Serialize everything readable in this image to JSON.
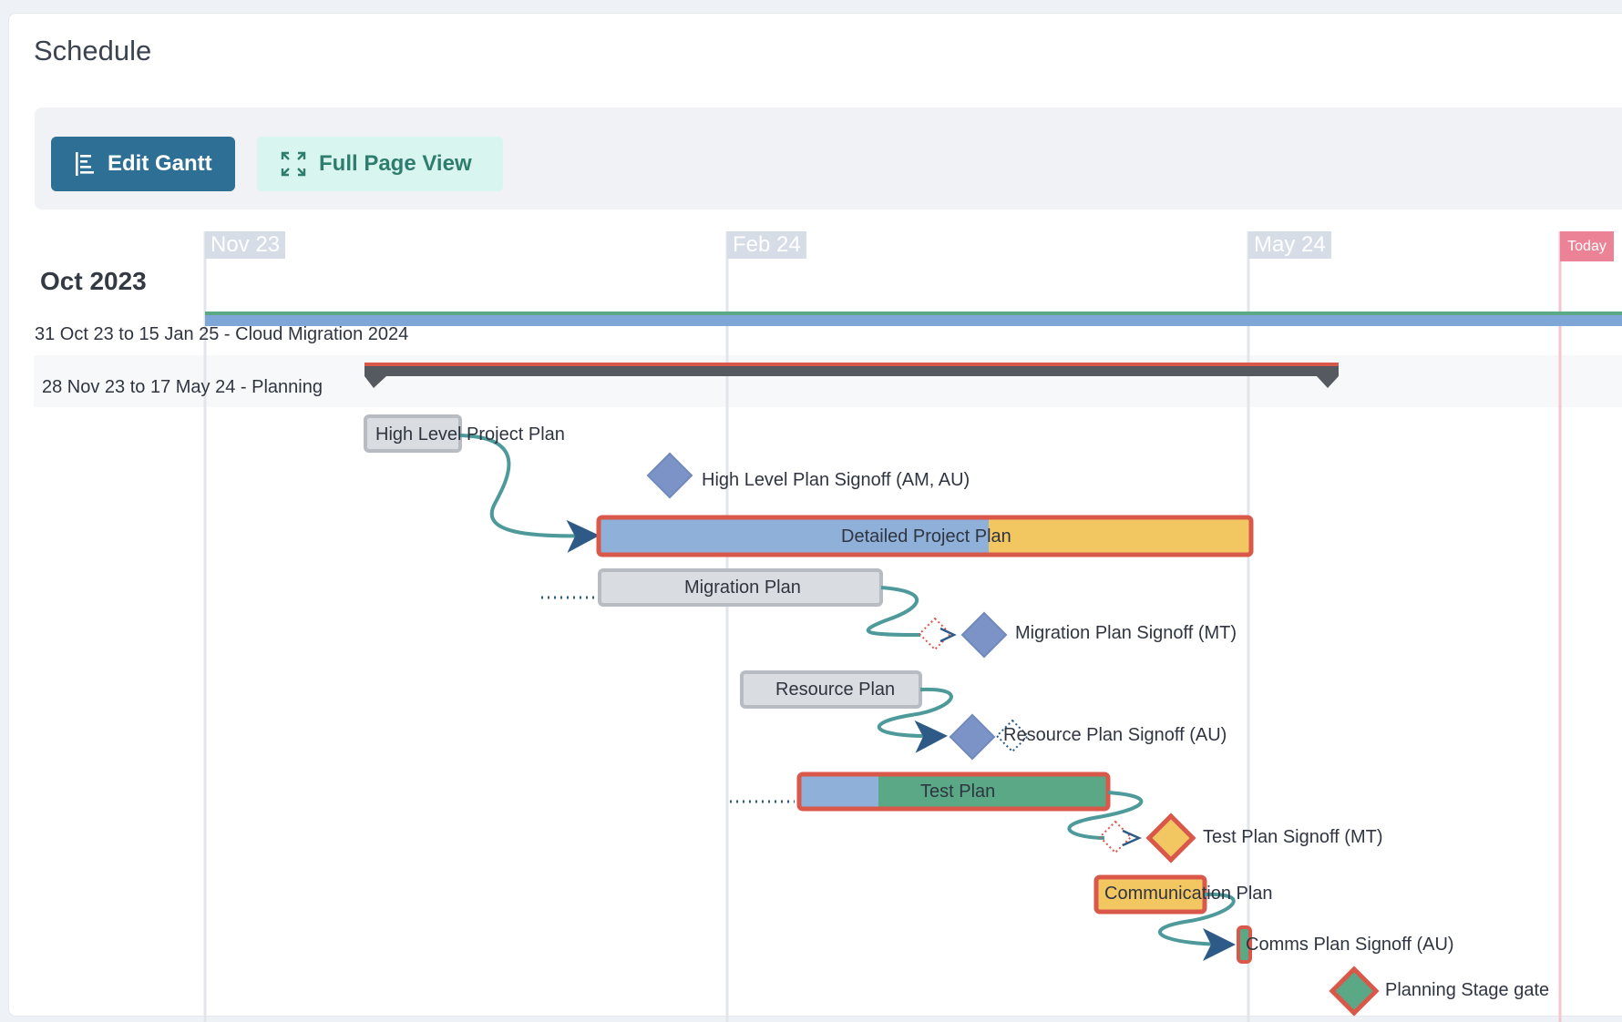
{
  "page": {
    "title": "Schedule"
  },
  "toolbar": {
    "edit_gantt_label": "Edit Gantt",
    "edit_gantt_icon": "gantt-list-icon",
    "full_page_label": "Full Page View",
    "full_page_icon": "expand-icon"
  },
  "timeline": {
    "year_label": "Oct 2023",
    "months": [
      "Nov 23",
      "Feb 24",
      "May 24"
    ],
    "today_label": "Today"
  },
  "colors": {
    "primary_button": "#2e6f96",
    "secondary_button": "#d8f5ef",
    "today_marker": "#ec8295",
    "critical_outline": "#d9584a",
    "planned_blue": "#8fb1d9",
    "progress_yellow": "#f2c661",
    "progress_green": "#5aa886",
    "milestone_blue": "#7b93c7",
    "connector_teal": "#4e9a9a",
    "arrow_navy": "#2d5a87"
  },
  "rows": {
    "project": "31 Oct 23 to 15 Jan 25 - Cloud Migration 2024",
    "phase": "28 Nov 23 to 17 May 24 - Planning"
  },
  "tasks": {
    "high_level_project_plan": "High Level Project Plan",
    "high_level_plan_signoff": "High Level Plan Signoff (AM, AU)",
    "detailed_project_plan": "Detailed Project Plan",
    "migration_plan": "Migration Plan",
    "migration_plan_signoff": "Migration Plan Signoff (MT)",
    "resource_plan": "Resource Plan",
    "resource_plan_signoff": "Resource Plan Signoff (AU)",
    "test_plan": "Test Plan",
    "test_plan_signoff": "Test Plan Signoff (MT)",
    "communication_plan": "Communication Plan",
    "comms_plan_signoff": "Comms Plan Signoff (AU)",
    "planning_stage_gate": "Planning Stage gate"
  }
}
